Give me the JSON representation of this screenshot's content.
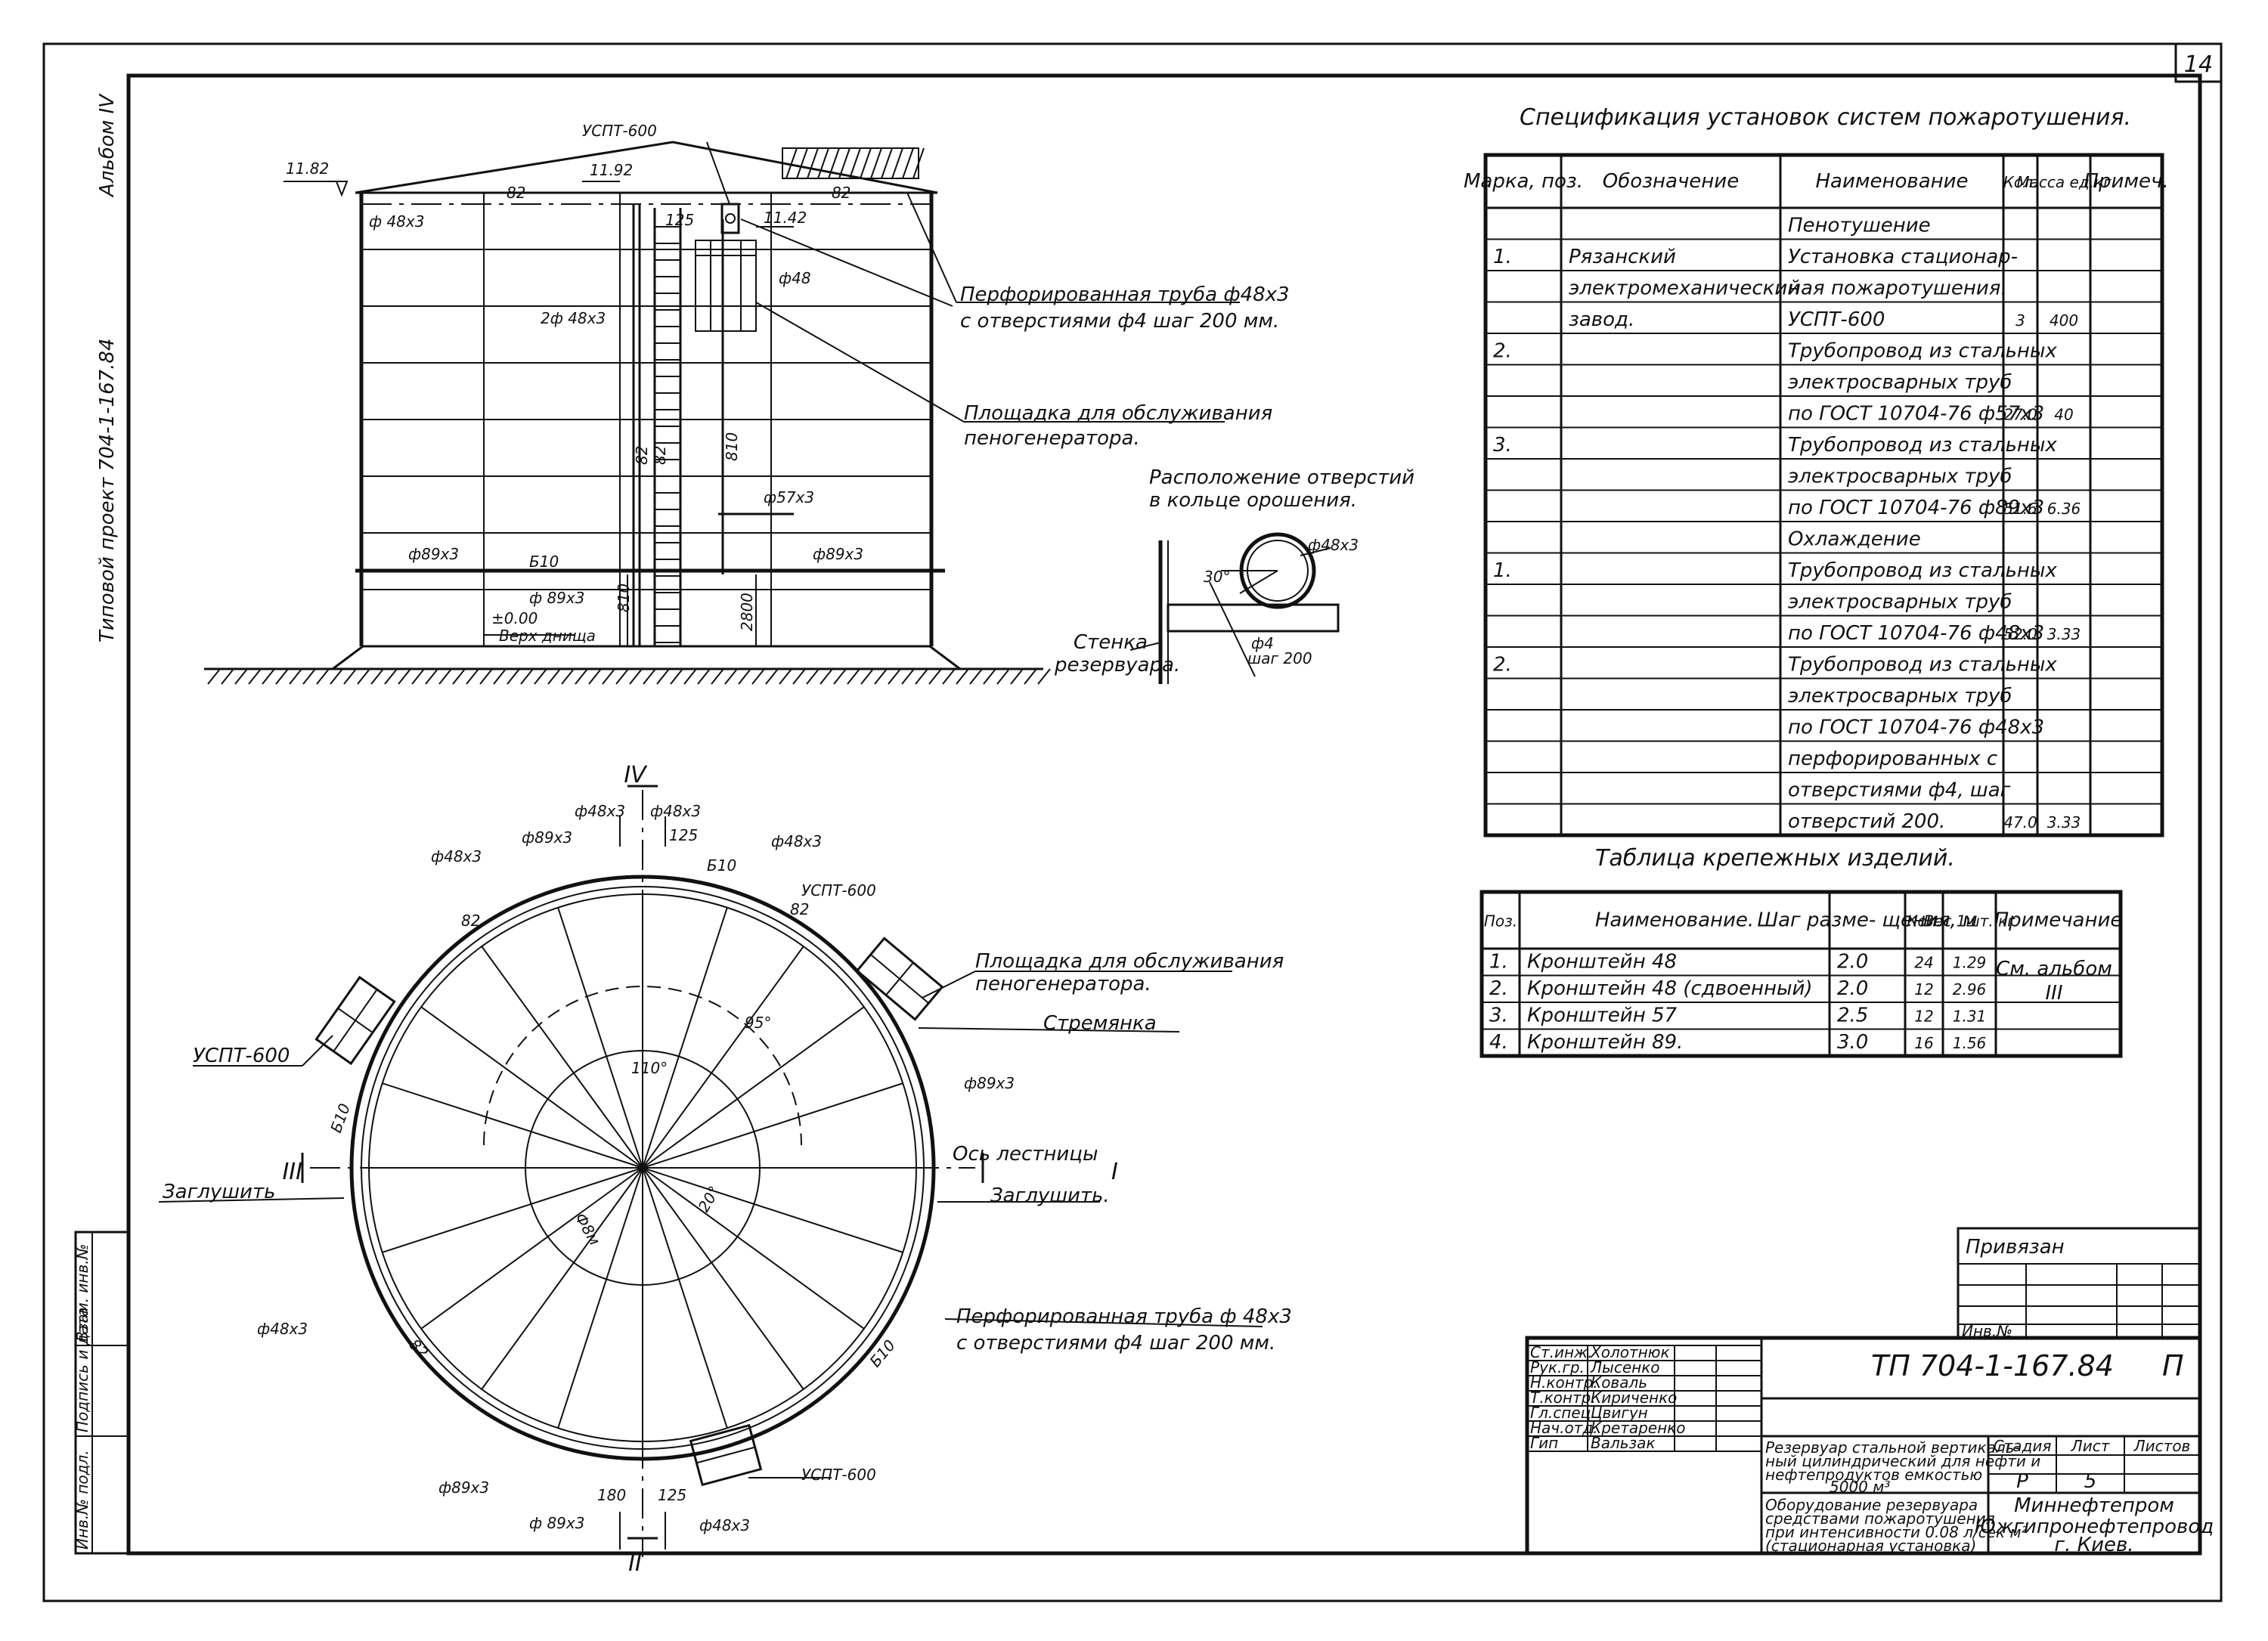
{
  "sheet_number": "14",
  "album_label": "Альбом IV",
  "project_vertical": "Типовой проект 704-1-167.84",
  "elevation": {
    "uspt_top": "УСПТ-600",
    "el_left": "11.82",
    "el_center": "11.92",
    "el_right": "11.42",
    "dim_82a": "82",
    "dim_82b": "82",
    "pipe_48x3": "ф 48х3",
    "dim_125": "125",
    "dim_48": "ф48",
    "pipe_2_48x3": "2ф 48х3",
    "dim_810": "810",
    "pipe_57x3": "ф57х3",
    "pipe_89x3_left": "ф89х3",
    "pipe_89x3_right": "ф89х3",
    "dim_b10": "Б10",
    "pipe_89x3_mid": "ф 89х3",
    "level_000": "±0.00",
    "level_000_label": "Верх днища",
    "dim_2800": "2800",
    "dim_810b": "810",
    "dim_82v": "82",
    "dim_82v2": "82",
    "callout_perf_1": "Перфорированная труба ф48х3",
    "callout_perf_2": "с отверстиями ф4 шаг 200 мм.",
    "callout_platform_1": "Площадка для обслуживания",
    "callout_platform_2": "пеногенератора."
  },
  "holes_detail": {
    "title_1": "Расположение отверстий",
    "title_2": "в кольце орошения.",
    "pipe": "ф48х3",
    "angle": "30°",
    "hole": "ф4",
    "step": "шаг 200",
    "wall_1": "Стенка",
    "wall_2": "резервуара."
  },
  "plan": {
    "axis_top": "IV",
    "axis_left": "III",
    "axis_right": "I",
    "axis_bottom": "II",
    "top_48a": "ф48х3",
    "top_48b": "ф48х3",
    "top_89": "ф89х3",
    "top_125": "125",
    "top_48c": "ф48х3",
    "top_b10": "Б10",
    "left_48": "ф48х3",
    "uspt_tr": "УСПТ-600",
    "dim_82_top": "82",
    "dim_82_tr": "82",
    "uspt_left": "УСПТ-600",
    "callout_platform_1": "Площадка для обслуживания",
    "callout_platform_2": "пеногенератора.",
    "ladder": "Стремянка",
    "angle_95": "95°",
    "angle_110": "110°",
    "pipe_89_right": "ф89х3",
    "dim_b10_left": "Б10",
    "axis_ladder": "Ось лестницы",
    "plug_left": "Заглушить",
    "plug_right": "Заглушить.",
    "dim_r_a": "Ф8м",
    "dim_r_b": "20°",
    "perf_left": "ф48х3",
    "callout_perf_1": "Перфорированная труба ф 48х3",
    "callout_perf_2": "с отверстиями ф4 шаг 200 мм.",
    "dim_82_bl": "82",
    "dim_b10_br": "Б10",
    "bot_89": "ф89х3",
    "bot_180": "180",
    "bot_125": "125",
    "bot_89b": "ф 89х3",
    "bot_48": "ф48х3",
    "uspt_br": "УСПТ-600"
  },
  "spec_table": {
    "title": "Спецификация установок систем пожаротушения.",
    "headers": [
      "Марка, поз.",
      "Обозначение",
      "Наименование",
      "Кол.",
      "Масса ед.кг",
      "Примеч."
    ],
    "rows": [
      [
        "",
        "",
        "Пенотушение",
        "",
        "",
        ""
      ],
      [
        "1.",
        "Рязанский",
        "Установка стационар-",
        "",
        "",
        ""
      ],
      [
        "",
        "электромеханический",
        "ная пожаротушения.",
        "",
        "",
        ""
      ],
      [
        "",
        "завод.",
        "УСПТ-600",
        "3",
        "400",
        ""
      ],
      [
        "2.",
        "",
        "Трубопровод из стальных",
        "",
        "",
        ""
      ],
      [
        "",
        "",
        "электросварных труб",
        "",
        "",
        ""
      ],
      [
        "",
        "",
        "по ГОСТ 10704-76 ф57х3",
        "27.0",
        "40",
        ""
      ],
      [
        "3.",
        "",
        "Трубопровод из стальных",
        "",
        "",
        ""
      ],
      [
        "",
        "",
        "электросварных труб",
        "",
        "",
        ""
      ],
      [
        "",
        "",
        "по ГОСТ 10704-76 ф89х3",
        "51.6",
        "6.36",
        ""
      ],
      [
        "",
        "",
        "Охлаждение",
        "",
        "",
        ""
      ],
      [
        "1.",
        "",
        "Трубопровод из стальных",
        "",
        "",
        ""
      ],
      [
        "",
        "",
        "электросварных труб",
        "",
        "",
        ""
      ],
      [
        "",
        "",
        "по ГОСТ 10704-76 ф48х3",
        "52.0",
        "3.33",
        ""
      ],
      [
        "2.",
        "",
        "Трубопровод из стальных",
        "",
        "",
        ""
      ],
      [
        "",
        "",
        "электросварных труб",
        "",
        "",
        ""
      ],
      [
        "",
        "",
        "по ГОСТ 10704-76 ф48х3",
        "",
        "",
        ""
      ],
      [
        "",
        "",
        "перфорированных с",
        "",
        "",
        ""
      ],
      [
        "",
        "",
        "отверстиями ф4, шаг",
        "",
        "",
        ""
      ],
      [
        "",
        "",
        "отверстий 200.",
        "47.0",
        "3.33",
        ""
      ]
    ]
  },
  "fastener_table": {
    "title": "Таблица крепежных изделий.",
    "headers": [
      "Поз.",
      "Наименование.",
      "Шаг разме- щения, м",
      "Кол.",
      "Вес 1шт. кг",
      "Примечание"
    ],
    "rows": [
      [
        "1.",
        "Кронштейн 48",
        "2.0",
        "24",
        "1.29"
      ],
      [
        "2.",
        "Кронштейн 48 (сдвоенный)",
        "2.0",
        "12",
        "2.96"
      ],
      [
        "3.",
        "Кронштейн 57",
        "2.5",
        "12",
        "1.31"
      ],
      [
        "4.",
        "Кронштейн 89.",
        "3.0",
        "16",
        "1.56"
      ]
    ],
    "note_1": "См. альбом",
    "note_2": "III"
  },
  "privyazan": {
    "label": "Привязан",
    "inv": "Инв.№"
  },
  "side_stamp": [
    "Инв.№ подл.",
    "Подпись и дата",
    "Взам. инв.№"
  ],
  "title_block": {
    "code": "ТП 704-1-167.84",
    "letter": "П",
    "staff": [
      [
        "Ст.инж.",
        "Холотнюк"
      ],
      [
        "Рук.гр.",
        "Лысенко"
      ],
      [
        "Н.контр.",
        "Коваль"
      ],
      [
        "Т.контр.",
        "Кириченко"
      ],
      [
        "Гл.спец.",
        "Цвигун"
      ],
      [
        "Нач.отд.",
        "Кретаренко"
      ],
      [
        "Гип",
        "Вальзак"
      ]
    ],
    "object_1": "Резервуар стальной вертикаль-",
    "object_2": "ный цилиндрический для нефти и",
    "object_3": "нефтепродуктов емкостью",
    "object_4": "5000 м³",
    "sheet_1": "Оборудование резервуара",
    "sheet_2": "средствами пожаротушения",
    "sheet_3": "при интенсивности 0.08 л/сек м²",
    "sheet_4": "(стационарная установка)",
    "stage_h": "Стадия",
    "list_h": "Лист",
    "lists_h": "Листов",
    "stage": "Р",
    "list": "5",
    "org_1": "Миннефтепром",
    "org_2": "Южгипронефтепровод",
    "org_3": "г. Киев."
  },
  "colors": {
    "ink": "#111111",
    "paper": "#ffffff"
  }
}
